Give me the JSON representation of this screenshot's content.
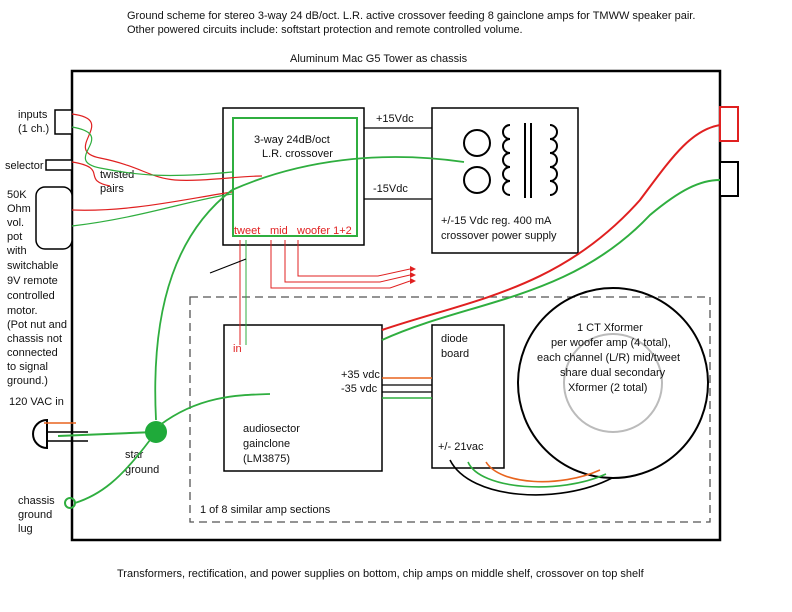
{
  "header": {
    "line1": "Ground scheme for stereo 3-way 24 dB/oct. L.R. active crossover feeding 8 gainclone amps for TMWW speaker pair.",
    "line2": "Other powered circuits include: softstart protection and remote controlled volume."
  },
  "chassis_title": "Aluminum Mac G5 Tower as chassis",
  "footer": "Transformers, rectification, and power supplies on bottom, chip amps on middle shelf, crossover on top shelf",
  "left_labels": {
    "inputs": [
      "inputs",
      "(1 ch.)"
    ],
    "selector": "selector",
    "twisted": [
      "twisted",
      "pairs"
    ],
    "pot": [
      "50K",
      "Ohm",
      "vol.",
      "pot",
      "with",
      "switchable",
      " 9V remote",
      "controlled",
      "motor.",
      "(Pot nut and",
      "chassis not",
      "connected",
      "to signal",
      "ground.)"
    ],
    "ac_in": "120 VAC in",
    "star_ground": [
      "star",
      "ground"
    ],
    "chassis_lug": [
      "chassis",
      "ground",
      "lug"
    ]
  },
  "crossover": {
    "title": [
      "3-way 24dB/oct",
      "L.R. crossover"
    ],
    "tweet": "tweet",
    "mid": "mid",
    "woofer": "woofer 1+2"
  },
  "crossover_psu": {
    "plus": "+15Vdc",
    "minus": "-15Vdc",
    "label": [
      "+/-15 Vdc reg. 400 mA",
      "crossover power supply"
    ]
  },
  "amp_section": {
    "in": "in",
    "plus_v": "+35 vdc",
    "minus_v": "-35 vdc",
    "chip": [
      "audiosector",
      "gainclone",
      "(LM3875)"
    ],
    "caption": "1 of 8 similar amp sections"
  },
  "diode_board": {
    "label": [
      "diode",
      "board"
    ],
    "ac": "+/- 21vac"
  },
  "xformer": {
    "label": [
      "1 CT Xformer",
      "per woofer amp (4 total),",
      "each channel (L/R) mid/tweet",
      "share dual secondary",
      "Xformer (2 total)"
    ]
  },
  "colors": {
    "red": "#e02020",
    "green": "#2fae3f",
    "orange": "#e8641e",
    "grey": "#bbbbbb"
  }
}
